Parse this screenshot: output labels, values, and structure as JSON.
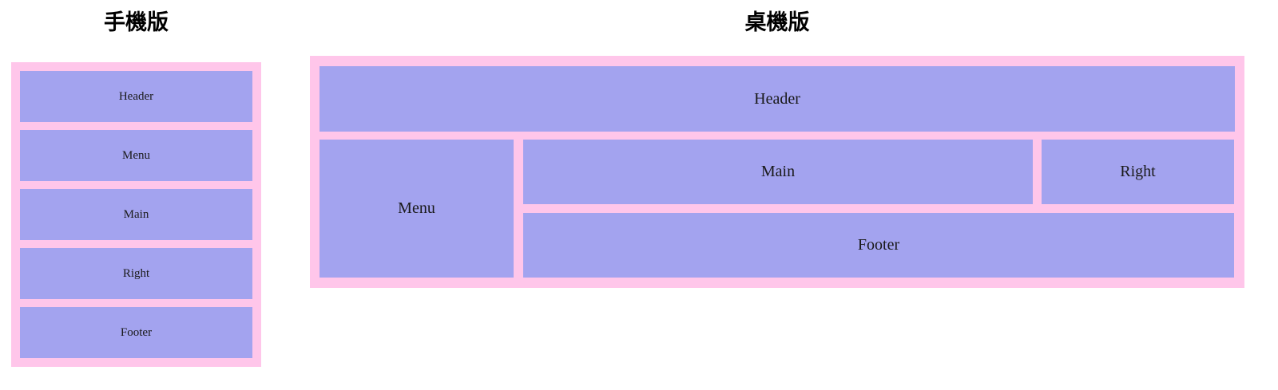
{
  "page": {
    "background_color": "#ffffff",
    "container_color": "#ffc6ea",
    "block_color": "#a3a3ef",
    "text_color": "#1a1a1a"
  },
  "mobile": {
    "title": "手機版",
    "blocks": [
      {
        "label": "Header"
      },
      {
        "label": "Menu"
      },
      {
        "label": "Main"
      },
      {
        "label": "Right"
      },
      {
        "label": "Footer"
      }
    ]
  },
  "desktop": {
    "title": "桌機版",
    "blocks": [
      {
        "label": "Header"
      },
      {
        "label": "Menu"
      },
      {
        "label": "Main"
      },
      {
        "label": "Right"
      },
      {
        "label": "Footer"
      }
    ]
  }
}
